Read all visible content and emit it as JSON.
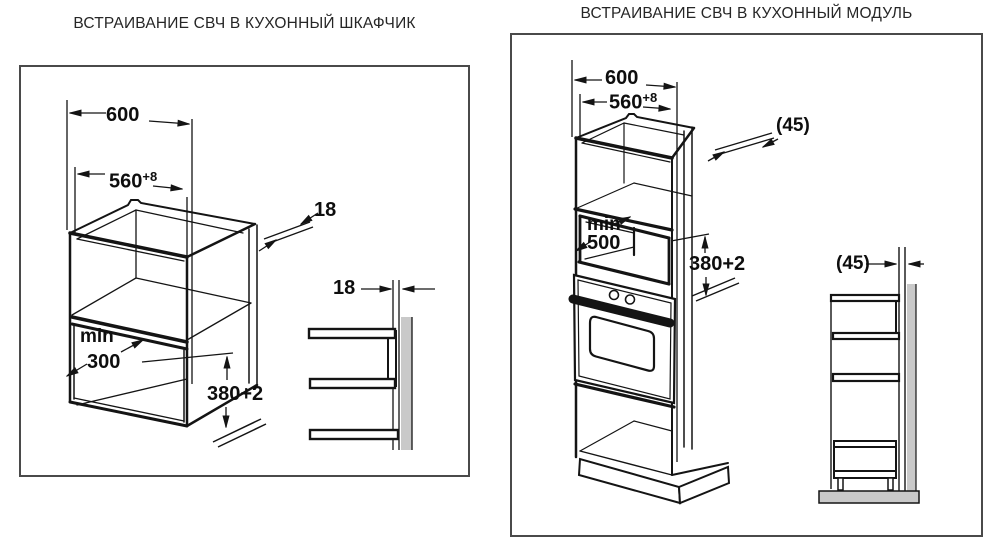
{
  "titles": {
    "left": "ВСТРАИВАНИЕ СВЧ В КУХОННЫЙ ШКАФЧИК",
    "right": "ВСТРАИВАНИЕ СВЧ В КУХОННЫЙ МОДУЛЬ"
  },
  "left_diagram": {
    "outer_width": "600",
    "inner_width": "560",
    "inner_width_tolerance": "+8",
    "top_panel_thickness": "18",
    "side_panel_thickness": "18",
    "niche_min_label": "min",
    "niche_min_depth": "300",
    "niche_height": "380+2"
  },
  "right_diagram": {
    "outer_width": "600",
    "inner_width": "560",
    "inner_width_tolerance": "+8",
    "top_panel_thickness": "(45)",
    "side_panel_thickness": "(45)",
    "niche_min_label": "min",
    "niche_min_depth": "500",
    "niche_height": "380+2"
  },
  "colors": {
    "line": "#141414",
    "wall_gray": "#c9c9c9",
    "frame_border": "#4a4a4a"
  }
}
